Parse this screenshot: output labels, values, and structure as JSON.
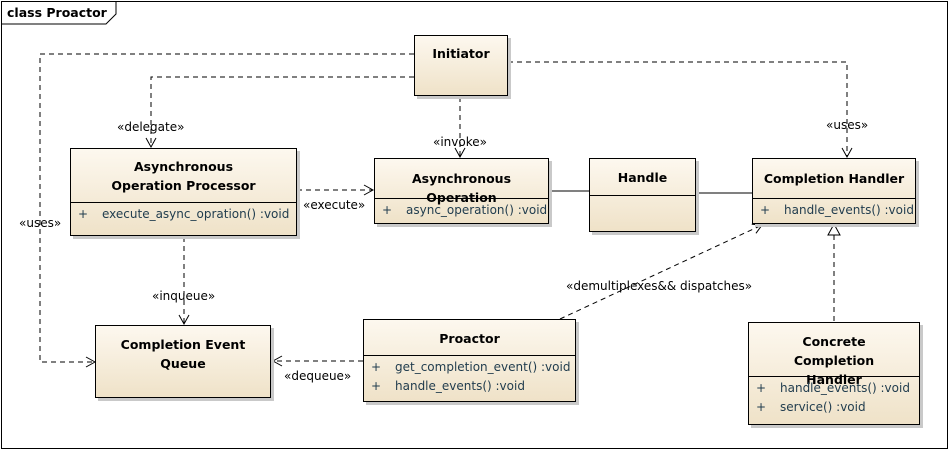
{
  "frame": {
    "title": "class Proactor"
  },
  "classes": {
    "initiator": {
      "name": "Initiator",
      "operations": []
    },
    "async_op_processor": {
      "name": "Asynchronous Operation Processor",
      "operations": [
        {
          "visibility": "+",
          "signature": "execute_async_opration()  :void"
        }
      ]
    },
    "async_operation": {
      "name": "Asynchronous Operation",
      "operations": [
        {
          "visibility": "+",
          "signature": "async_operation()  :void"
        }
      ]
    },
    "handle": {
      "name": "Handle",
      "operations": []
    },
    "completion_handler": {
      "name": "Completion Handler",
      "operations": [
        {
          "visibility": "+",
          "signature": "handle_events()  :void"
        }
      ]
    },
    "completion_event_queue": {
      "name": "Completion Event Queue",
      "operations": []
    },
    "proactor": {
      "name": "Proactor",
      "operations": [
        {
          "visibility": "+",
          "signature": "get_completion_event()  :void"
        },
        {
          "visibility": "+",
          "signature": "handle_events()  :void"
        }
      ]
    },
    "concrete_completion_handler": {
      "name": "Concrete Completion Handler",
      "operations": [
        {
          "visibility": "+",
          "signature": "handle_events()  :void"
        },
        {
          "visibility": "+",
          "signature": "service()  :void"
        }
      ]
    }
  },
  "relations": {
    "delegate": "«delegate»",
    "invoke": "«invoke»",
    "uses_right": "«uses»",
    "uses_left": "«uses»",
    "execute": "«execute»",
    "inqueue": "«inqueue»",
    "demux": "«demultiplexes&& dispatches»",
    "dequeue": "«dequeue»"
  },
  "colors": {
    "class_fill_top": "#fdf8ef",
    "class_fill_bottom": "#efe2c8",
    "operation_text": "#1f3b4d",
    "line": "#000000"
  }
}
